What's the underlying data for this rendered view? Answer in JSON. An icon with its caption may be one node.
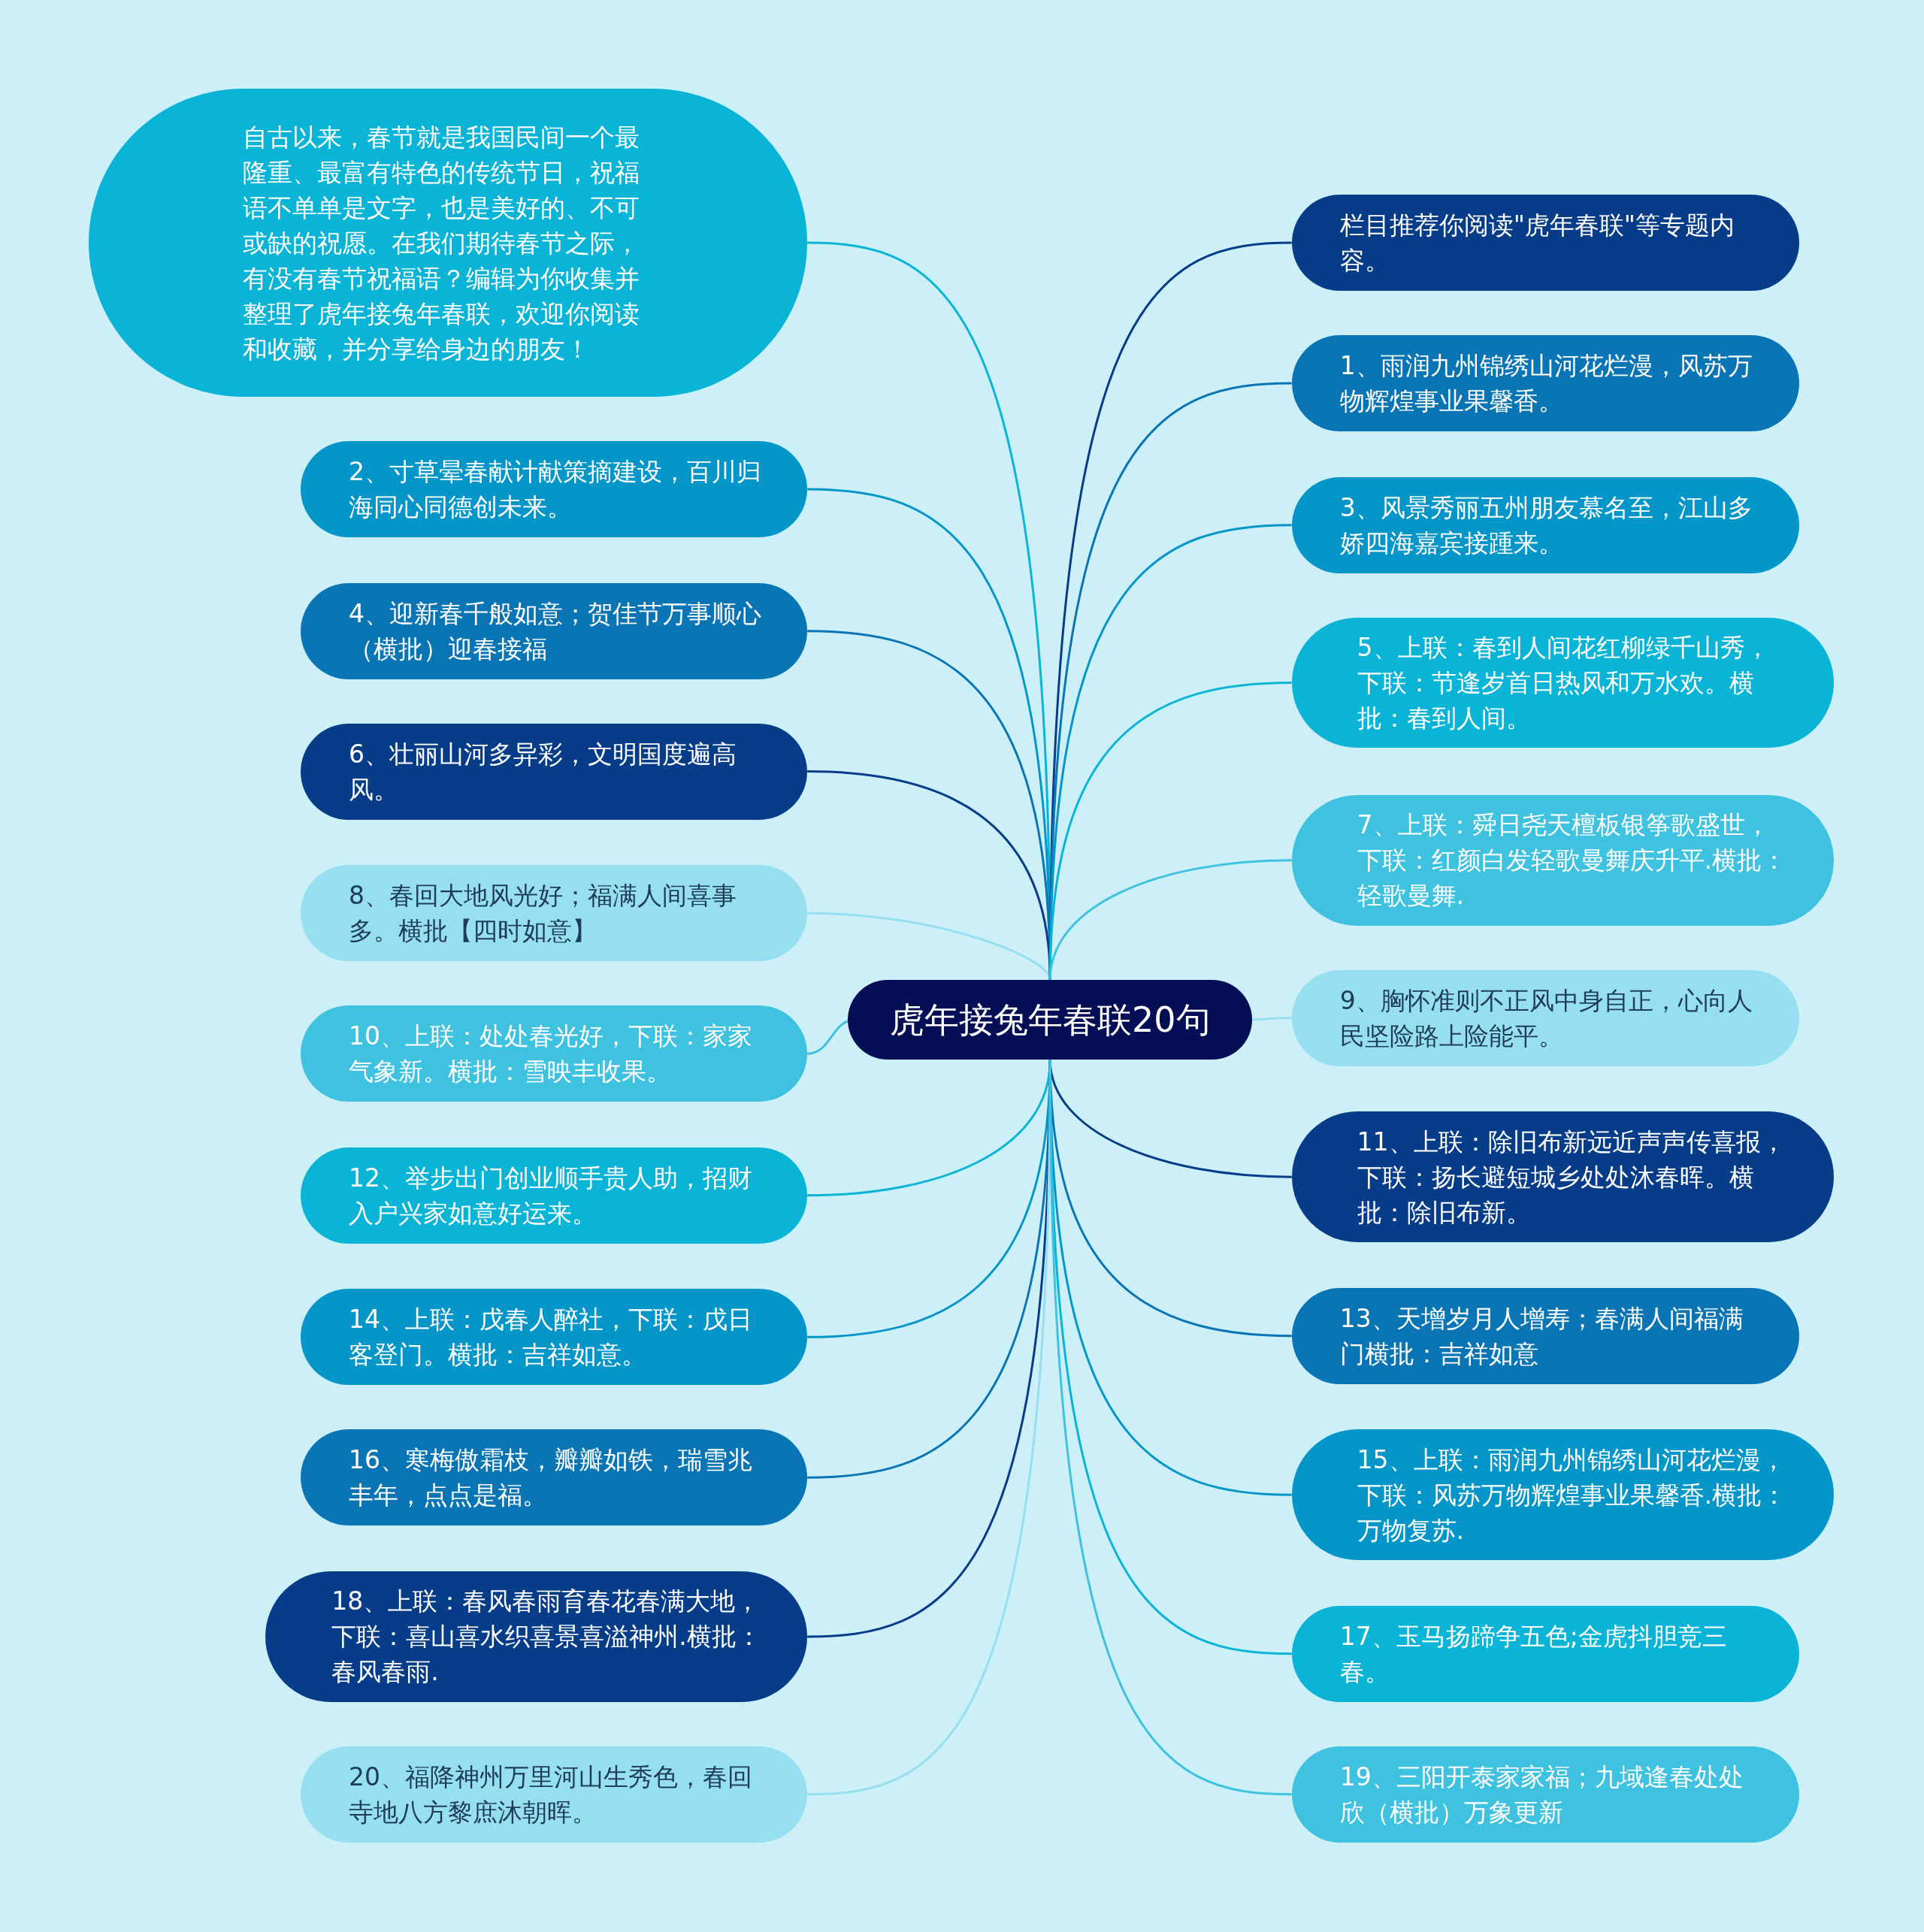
{
  "diagram": {
    "nodes": [
      {
        "text": [
          "虎年接兔年春联20句"
        ]
      },
      {
        "text": [
          "自古以来，春节就是我国民间一个最隆重、最富有特色的传统节日，祝福语不单单是文字，也是美好的、不可或缺的祝愿。在我们期待春节之际，有没有春节祝福语？编辑为你收集并整理了虎年接兔年春联，欢迎你阅读和收藏，并分享给身边的朋友！"
        ]
      },
      {
        "text": [
          "2、寸草晕春献计献策摘建设，百川归海同心同德创未来。"
        ]
      },
      {
        "text": [
          "4、迎新春千般如意；贺佳节万事顺心（横批）迎春接福"
        ]
      },
      {
        "text": [
          "6、壮丽山河多异彩，文明国度遍高风。"
        ]
      },
      {
        "text": [
          "8、春回大地风光好；福满人间喜事多。横批【四时如意】"
        ]
      },
      {
        "text": [
          "10、上联：处处春光好，下联：家家气象新。横批：雪映丰收果。"
        ]
      },
      {
        "text": [
          "12、举步出门创业顺手贵人助，招财入户兴家如意好运来。"
        ]
      },
      {
        "text": [
          "14、上联：戊春人醉社，下联：戊日客登门。横批：吉祥如意。"
        ]
      },
      {
        "text": [
          "16、寒梅傲霜枝，瓣瓣如铁，瑞雪兆丰年，点点是福。"
        ]
      },
      {
        "text": [
          "18、上联：春风春雨育春花春满大地，下联：喜山喜水织喜景喜溢神州.横批：春风春雨."
        ]
      },
      {
        "text": [
          "20、福降神州万里河山生秀色，春回寺地八方黎庶沐朝晖。"
        ]
      },
      {
        "text": [
          "栏目推荐你阅读\"虎年春联\"等专题内容。"
        ]
      },
      {
        "text": [
          "1、雨润九州锦绣山河花烂漫，风苏万物辉煌事业果馨香。"
        ]
      },
      {
        "text": [
          "3、风景秀丽五州朋友慕名至，江山多娇四海嘉宾接踵来。"
        ]
      },
      {
        "text": [
          "5、上联：春到人间花红柳绿千山秀，下联：节逢岁首日热风和万水欢。横批：春到人间。"
        ]
      },
      {
        "text": [
          "7、上联：舜日尧天檀板银筝歌盛世，下联：红颜白发轻歌曼舞庆升平.横批：轻歌曼舞."
        ]
      },
      {
        "text": [
          "9、胸怀准则不正风中身自正，心向人民坚险路上险能平。"
        ]
      },
      {
        "text": [
          "11、上联：除旧布新远近声声传喜报，下联：扬长避短城乡处处沐春晖。横批：除旧布新。"
        ]
      },
      {
        "text": [
          "13、天增岁月人增寿；春满人间福满门横批：吉祥如意"
        ]
      },
      {
        "text": [
          "15、上联：雨润九州锦绣山河花烂漫，下联：风苏万物辉煌事业果馨香.横批：万物复苏."
        ]
      },
      {
        "text": [
          "17、玉马扬蹄争五色;金虎抖胆竞三春。"
        ]
      },
      {
        "text": [
          "19、三阳开泰家家福；九域逢春处处欣（横批）万象更新"
        ]
      }
    ],
    "edges": [
      {
        "from": 0,
        "to": 1,
        "arrow": "none",
        "color": "#0ab4d6"
      },
      {
        "from": 0,
        "to": 2,
        "arrow": "none",
        "color": "#0596c9"
      },
      {
        "from": 0,
        "to": 3,
        "arrow": "none",
        "color": "#0a75b5"
      },
      {
        "from": 0,
        "to": 4,
        "arrow": "none",
        "color": "#063c88"
      },
      {
        "from": 0,
        "to": 5,
        "arrow": "none",
        "color": "#95dff0"
      },
      {
        "from": 0,
        "to": 6,
        "arrow": "none",
        "color": "#3fc1e0"
      },
      {
        "from": 0,
        "to": 7,
        "arrow": "none",
        "color": "#0ab4d6"
      },
      {
        "from": 0,
        "to": 8,
        "arrow": "none",
        "color": "#0596c9"
      },
      {
        "from": 0,
        "to": 9,
        "arrow": "none",
        "color": "#0a75b5"
      },
      {
        "from": 0,
        "to": 10,
        "arrow": "none",
        "color": "#063c88"
      },
      {
        "from": 0,
        "to": 11,
        "arrow": "none",
        "color": "#95dff0"
      },
      {
        "from": 0,
        "to": 12,
        "arrow": "none",
        "color": "#063c88"
      },
      {
        "from": 0,
        "to": 13,
        "arrow": "none",
        "color": "#0a75b5"
      },
      {
        "from": 0,
        "to": 14,
        "arrow": "none",
        "color": "#0596c9"
      },
      {
        "from": 0,
        "to": 15,
        "arrow": "none",
        "color": "#0ab4d6"
      },
      {
        "from": 0,
        "to": 16,
        "arrow": "none",
        "color": "#3fc1e0"
      },
      {
        "from": 0,
        "to": 17,
        "arrow": "none",
        "color": "#95dff0"
      },
      {
        "from": 0,
        "to": 18,
        "arrow": "none",
        "color": "#063c88"
      },
      {
        "from": 0,
        "to": 19,
        "arrow": "none",
        "color": "#0a75b5"
      },
      {
        "from": 0,
        "to": 20,
        "arrow": "none",
        "color": "#0596c9"
      },
      {
        "from": 0,
        "to": 21,
        "arrow": "none",
        "color": "#0ab4d6"
      },
      {
        "from": 0,
        "to": 22,
        "arrow": "none",
        "color": "#3fc1e0"
      }
    ]
  }
}
